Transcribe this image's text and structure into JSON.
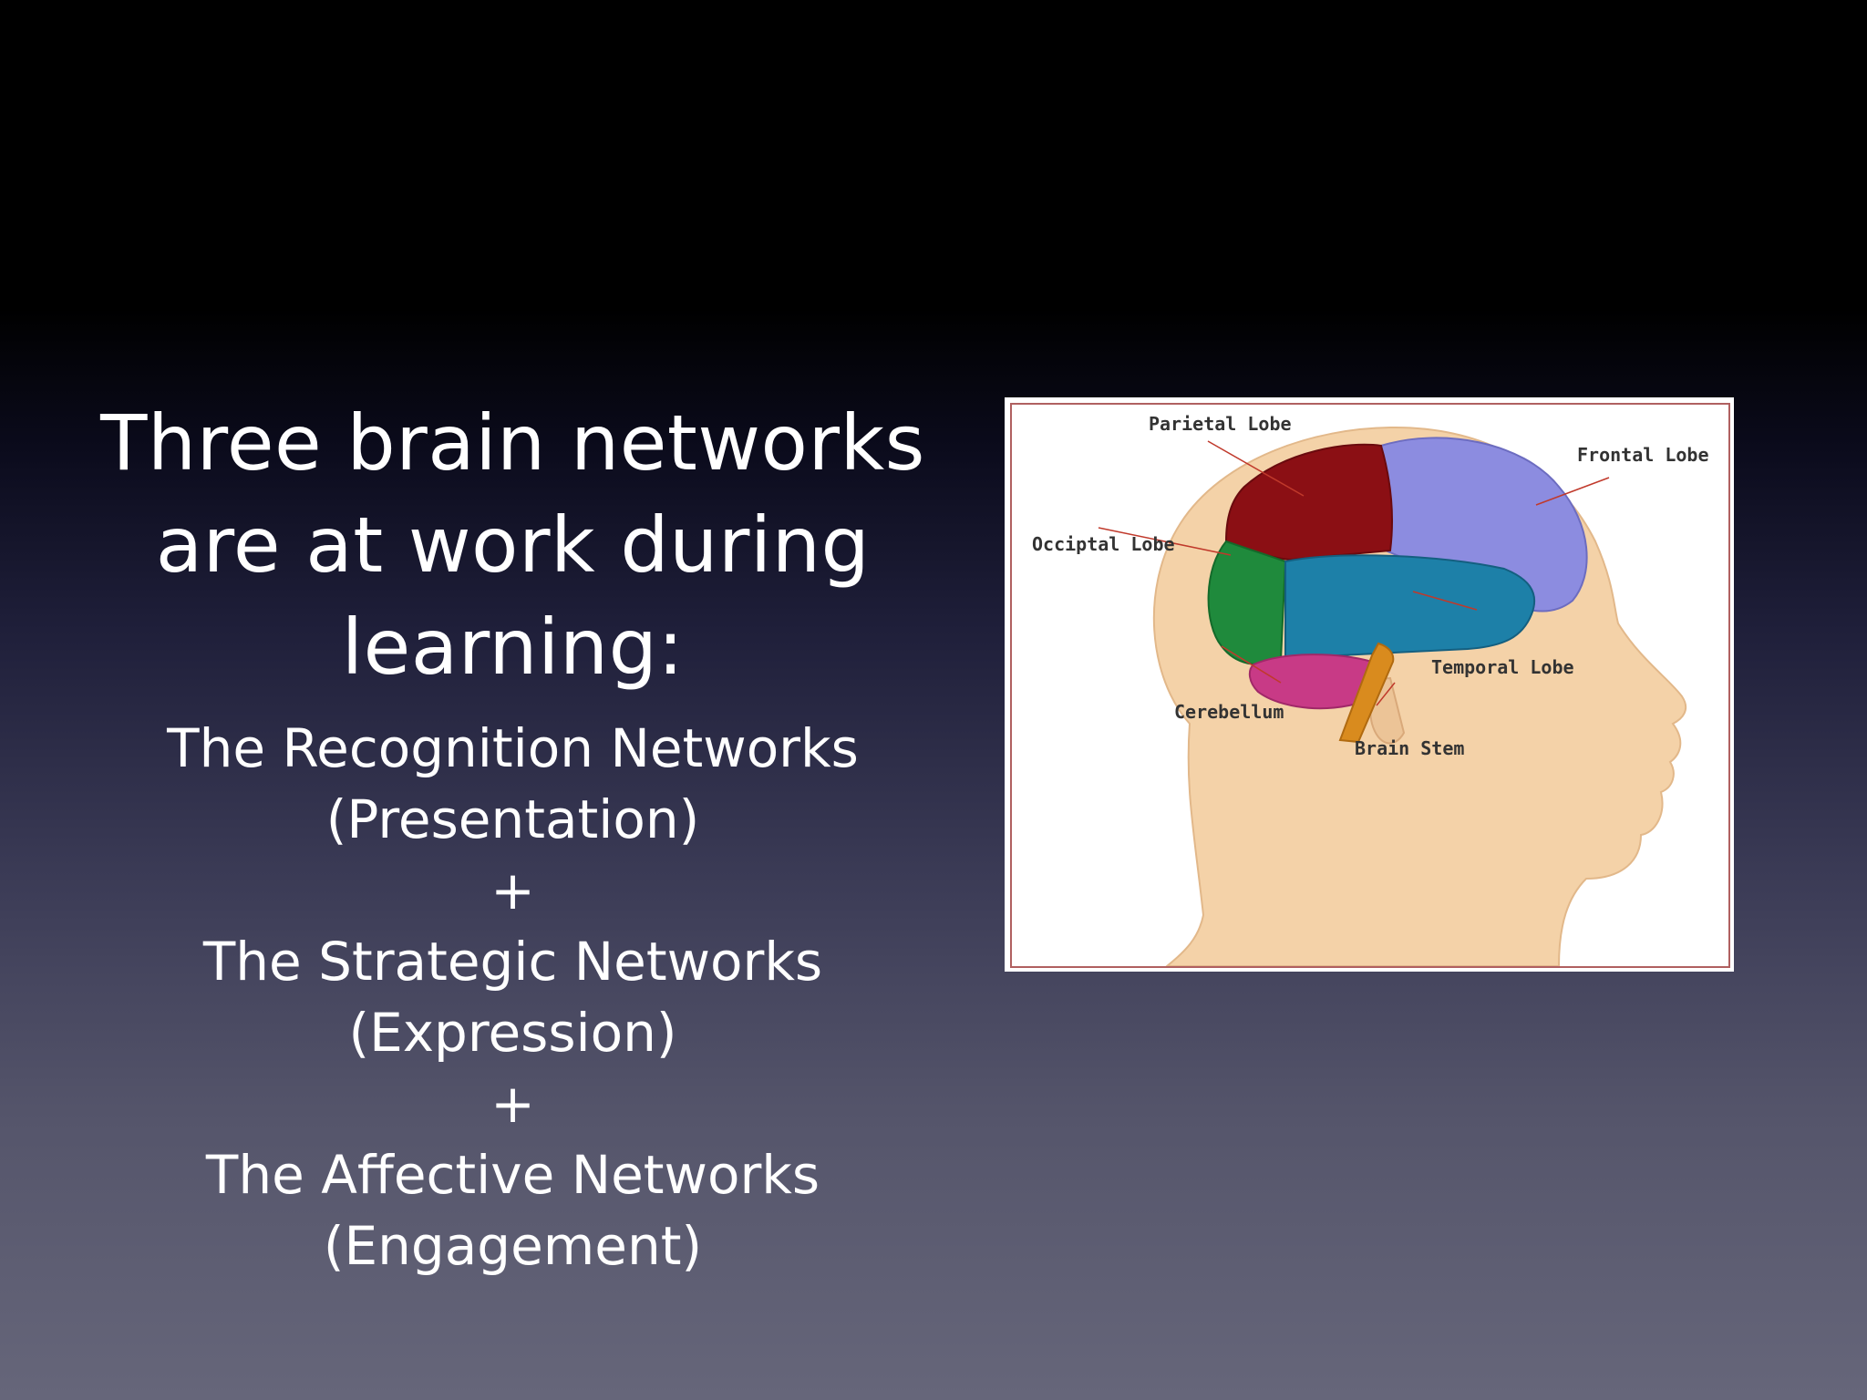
{
  "slide": {
    "title_lines": [
      "Three brain networks",
      "are at work during",
      "learning:"
    ],
    "networks": [
      {
        "name": "The Recognition Networks",
        "role": "(Presentation)"
      },
      {
        "name": "The Strategic Networks",
        "role": "(Expression)"
      },
      {
        "name": "The Affective Networks",
        "role": "(Engagement)"
      }
    ],
    "plus": "+"
  },
  "figure": {
    "labels": {
      "parietal": "Parietal Lobe",
      "frontal": "Frontal Lobe",
      "occipital": "Occiptal Lobe",
      "temporal": "Temporal Lobe",
      "cerebellum": "Cerebellum",
      "brain_stem": "Brain Stem"
    },
    "colors": {
      "parietal": "#8b0f14",
      "frontal": "#8c8ce0",
      "occipital": "#1f8a3c",
      "temporal": "#1d80a8",
      "cerebellum": "#c83a86",
      "brain_stem": "#d98b1e",
      "skin": "#f4d2a8"
    }
  }
}
